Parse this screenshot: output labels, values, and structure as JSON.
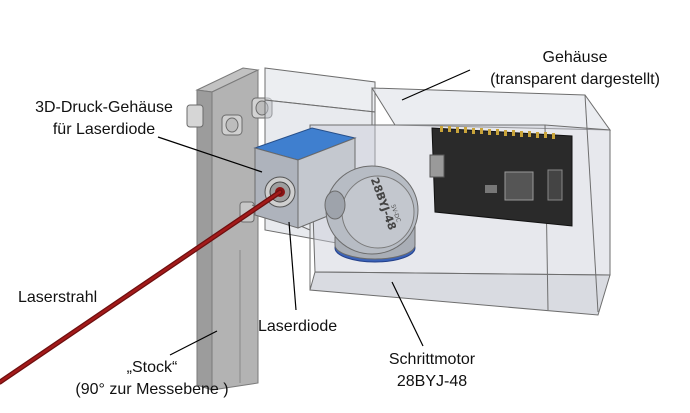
{
  "labels": {
    "gehaeuse_line1": "Gehäuse",
    "gehaeuse_line2": "(transparent dargestellt)",
    "druck_line1": "3D-Druck-Gehäuse",
    "druck_line2": "für Laserdiode",
    "laserstrahl": "Laserstrahl",
    "laserdiode": "Laserdiode",
    "stock_line1": "„Stock“",
    "stock_line2": "(90° zur Messebene )",
    "motor_line1": "Schrittmotor",
    "motor_line2": "28BYJ-48"
  },
  "motor_print": {
    "model": "28BYJ-48",
    "voltage": "5V-DC"
  },
  "colors": {
    "laser": "#8b1414",
    "enclosure_edge": "#6e6e6e",
    "enclosure_fill": "#c9cdd6",
    "post": "#a7a7a7",
    "diode_housing_top": "#3f7fcf",
    "motor_body": "#b7bcc4",
    "motor_base": "#3a62b8",
    "pcb": "#2a2a2a"
  }
}
